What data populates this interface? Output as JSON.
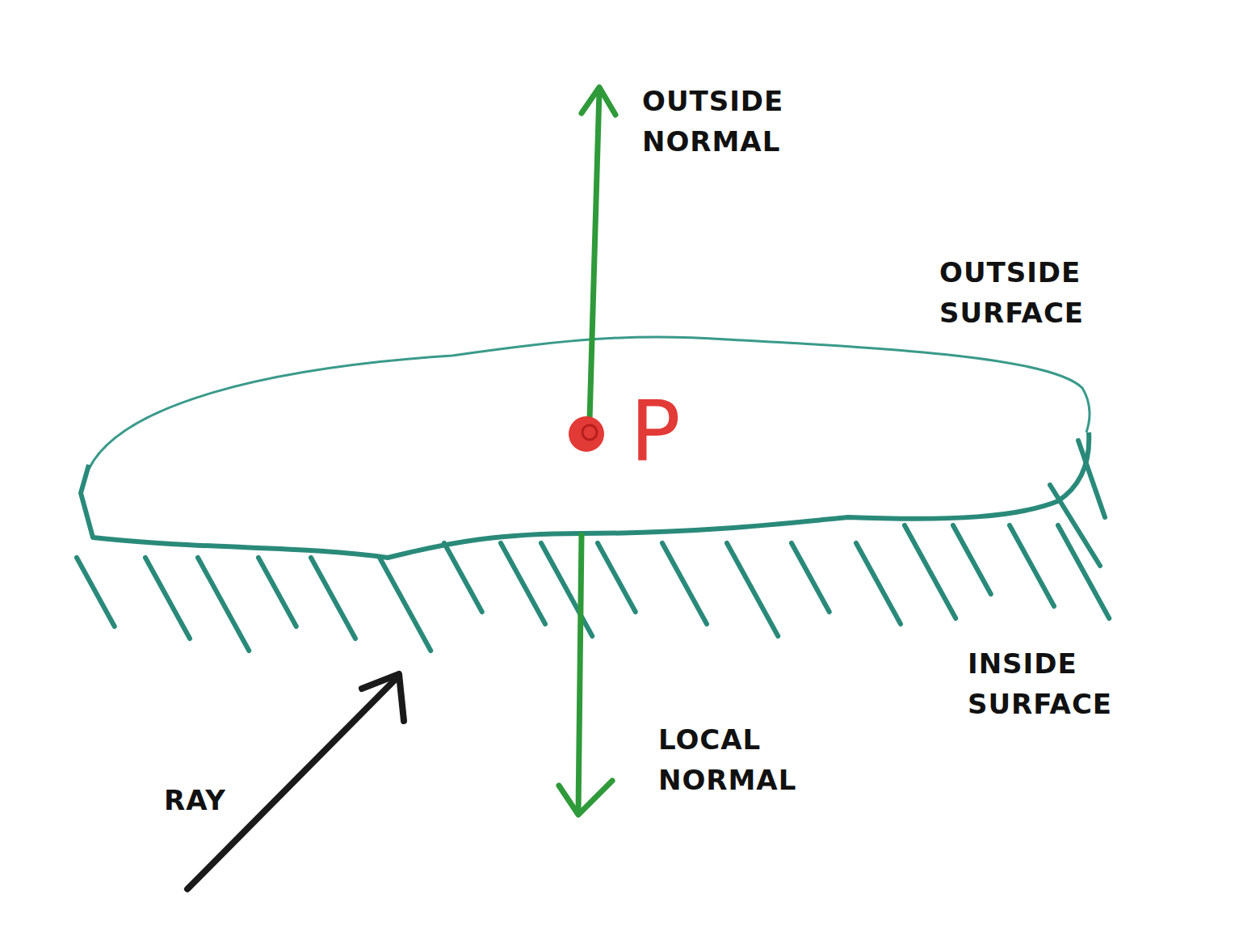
{
  "diagram": {
    "labels": [
      "OUTSIDE NORMAL",
      "OUTSIDE SURFACE",
      "P",
      "INSIDE SURFACE",
      "LOCAL NORMAL",
      "RAY"
    ]
  }
}
